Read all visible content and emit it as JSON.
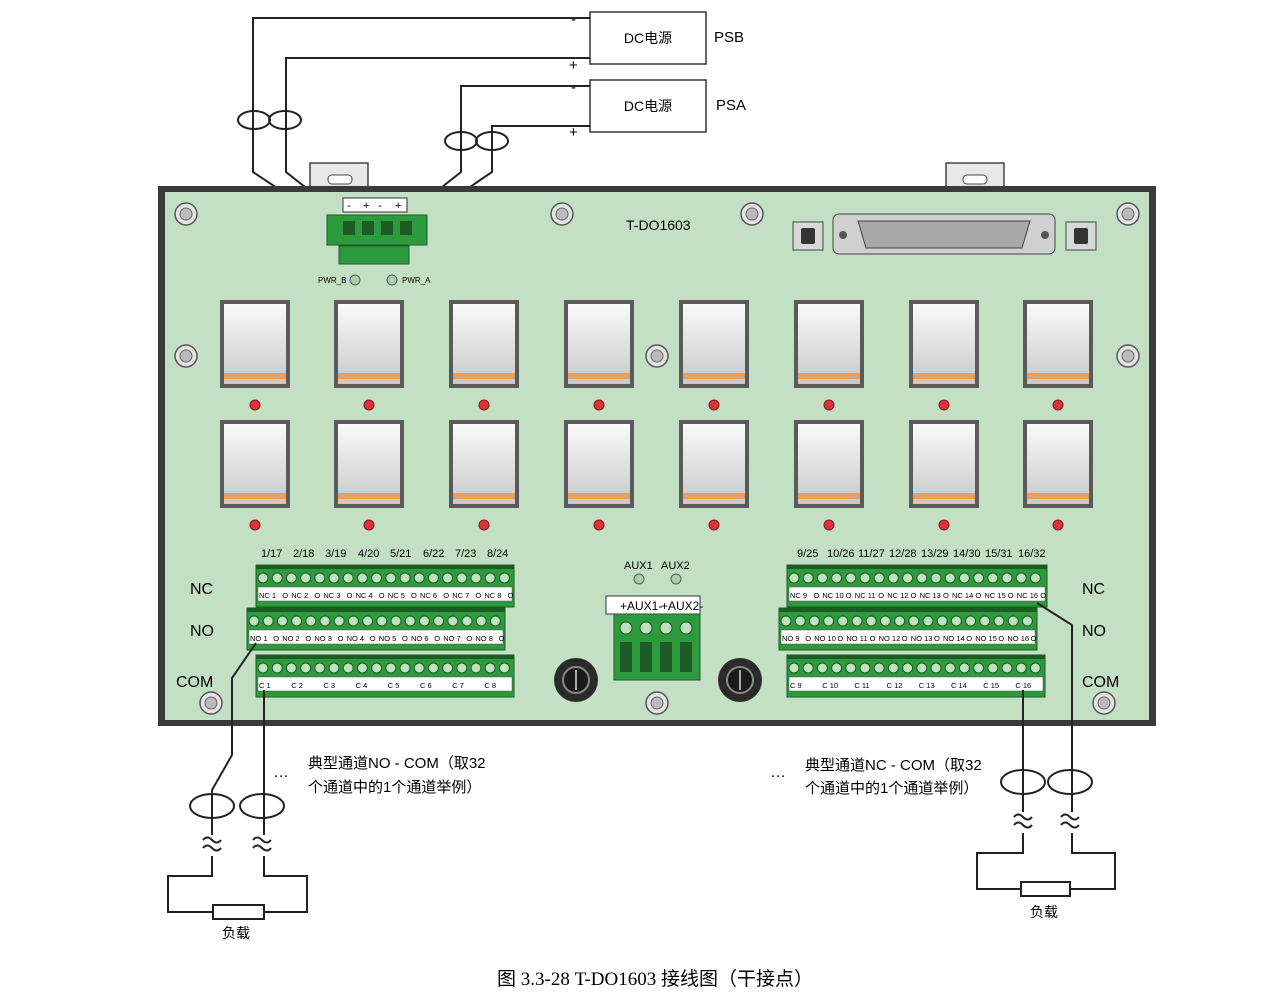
{
  "supplies": [
    {
      "box_label": "DC电源",
      "name": "PSB"
    },
    {
      "box_label": "DC电源",
      "name": "PSA"
    }
  ],
  "polarity": {
    "minus": "-",
    "plus": "+"
  },
  "board": {
    "model": "T-DO1603",
    "pwr_b": "PWR_B",
    "pwr_a": "PWR_A",
    "power_terminal_labels": [
      "-",
      "+",
      "-",
      "+"
    ],
    "aux1": "AUX1",
    "aux2": "AUX2",
    "aux_terminal_labels": [
      "+AUX1-",
      "+AUX2-"
    ]
  },
  "row_labels": {
    "nc": "NC",
    "no": "NO",
    "com": "COM"
  },
  "channel_labels_left": [
    "1/17",
    "2/18",
    "3/19",
    "4/20",
    "5/21",
    "6/22",
    "7/23",
    "8/24"
  ],
  "channel_labels_right": [
    "9/25",
    "10/26",
    "11/27",
    "12/28",
    "13/29",
    "14/30",
    "15/31",
    "16/32"
  ],
  "terminal_prefix": {
    "nc": "NC",
    "no": "NO",
    "com": "C"
  },
  "channel_numbers_left": [
    "1",
    "2",
    "3",
    "4",
    "5",
    "6",
    "7",
    "8"
  ],
  "channel_numbers_right": [
    "9",
    "10",
    "11",
    "12",
    "13",
    "14",
    "15",
    "16"
  ],
  "ellipsis": "…",
  "notes": {
    "left_line1": "典型通道NO - COM（取32",
    "left_line2": "个通道中的1个通道举例）",
    "right_line1": "典型通道NC - COM（取32",
    "right_line2": "个通道中的1个通道举例）"
  },
  "load_label": "负载",
  "caption": "图 3.3-28 T-DO1603 接线图（干接点）",
  "colors": {
    "board": "#c4e0c4",
    "terminal_green": "#2e9a3e",
    "led_red": "#e0303a",
    "led_green": "#a8d3a0",
    "relay_orange": "#e8a060"
  }
}
